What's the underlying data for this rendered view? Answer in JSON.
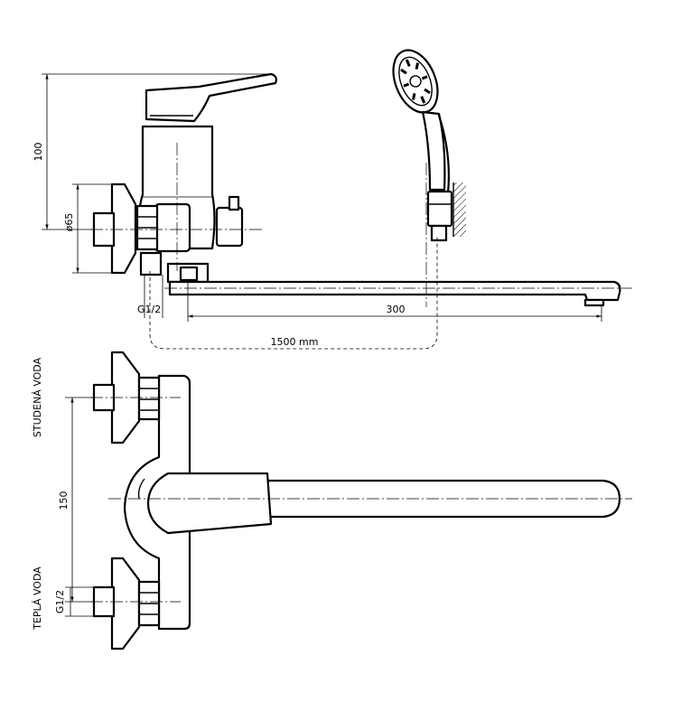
{
  "dimensions": {
    "height": "100",
    "flange_diameter": "ø65",
    "thread_top": "G1/2",
    "spout_length": "300",
    "hose_length": "1500 mm",
    "inlet_spacing": "150",
    "thread_bottom": "G1/2"
  },
  "labels": {
    "cold_water": "STUDENÁ VODA",
    "hot_water": "TEPLÁ VODA"
  },
  "colors": {
    "line": "#000000",
    "background": "#ffffff"
  }
}
